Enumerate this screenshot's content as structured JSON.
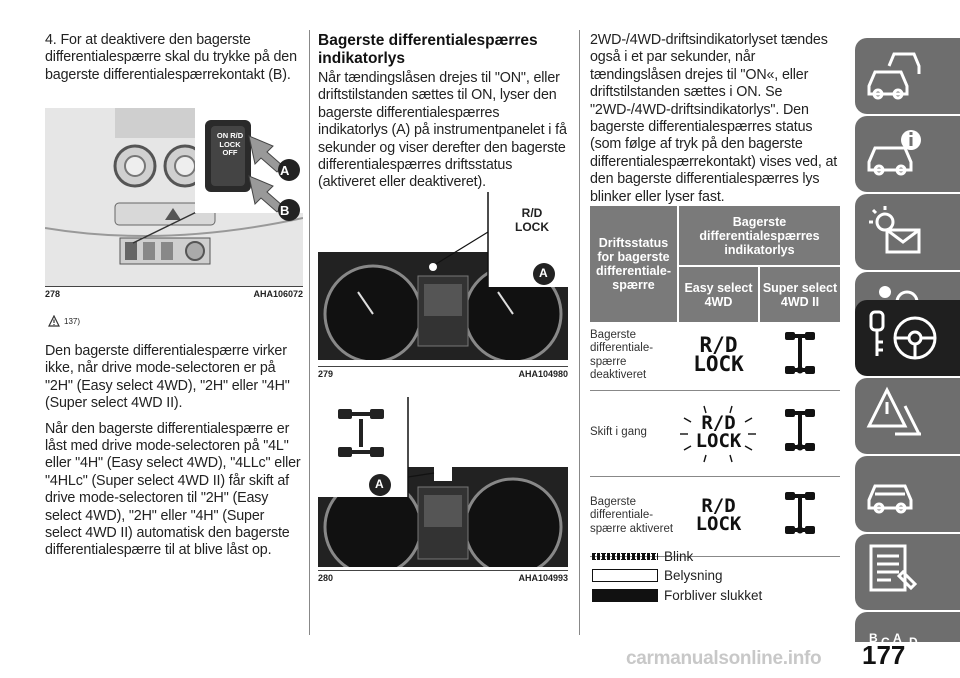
{
  "col1": {
    "para_intro": "4. For at deaktivere den bagerste differentialespærre skal du trykke på den bagerste differentialespærrekontakt (B).",
    "fig278": {
      "number": "278",
      "code": "AHA106072",
      "button_text": "ON R/D LOCK OFF",
      "label_a": "A",
      "label_b": "B"
    },
    "note_ref": "137)",
    "para_1": "Den bagerste differentialespærre virker ikke, når drive mode-selectoren er på \"2H\" (Easy select 4WD), \"2H\" eller \"4H\" (Super select 4WD II).",
    "para_2": "Når den bagerste differentialespærre er låst med drive mode-selectoren på \"4L\" eller \"4H\" (Easy select 4WD), \"4LLc\" eller \"4HLc\" (Super select 4WD II) får skift af drive mode-selectoren til \"2H\" (Easy select 4WD), \"2H\" eller \"4H\" (Super select 4WD II) automatisk den bagerste differentialespærre til at blive låst op."
  },
  "col2": {
    "heading": "Bagerste differentialespærres indikatorlys",
    "para": "Når tændingslåsen drejes til \"ON\", eller driftstilstanden sættes til ON, lyser den bagerste differentialespærres indikatorlys (A) på instrumentpanelet i få sekunder og viser derefter den bagerste differentialespærres driftsstatus (aktiveret eller deaktiveret).",
    "fig279": {
      "number": "279",
      "code": "AHA104980",
      "callout": "R/D LOCK",
      "label_a": "A"
    },
    "fig280": {
      "number": "280",
      "code": "AHA104993",
      "label_a": "A"
    }
  },
  "col3": {
    "para": "2WD-/4WD-driftsindikatorlyset tændes også i et par sekunder, når tændingslåsen drejes til \"ON«, eller driftstilstanden sættes i ON. Se \"2WD-/4WD-driftsindikatorlys\". Den bagerste differentialespærres status (som følge af tryk på den bagerste differentialespærrekontakt) vises ved, at den bagerste differentialespærres lys blinker eller lyser fast.",
    "table": {
      "col_status": "Driftsstatus for bagerste differentiale-spærre",
      "col_group": "Bagerste differentialespærres indikatorlys",
      "col_easy": "Easy select 4WD",
      "col_super": "Super select 4WD II",
      "rows": [
        {
          "label": "Bagerste differentiale-spærre deaktiveret",
          "indicator": "R/D LOCK"
        },
        {
          "label": "Skift i gang",
          "indicator": "R/D LOCK"
        },
        {
          "label": "Bagerste differentiale-spærre aktiveret",
          "indicator": "R/D LOCK"
        }
      ]
    },
    "legend": [
      {
        "label": "Blink"
      },
      {
        "label": "Belysning"
      },
      {
        "label": "Forbliver slukket"
      }
    ]
  },
  "page_number": "177",
  "watermark": "carmanualsonline.info",
  "colors": {
    "tab": "#6e6e6e",
    "tab_active": "#1f1f1f",
    "table_header": "#7a7a7a"
  }
}
